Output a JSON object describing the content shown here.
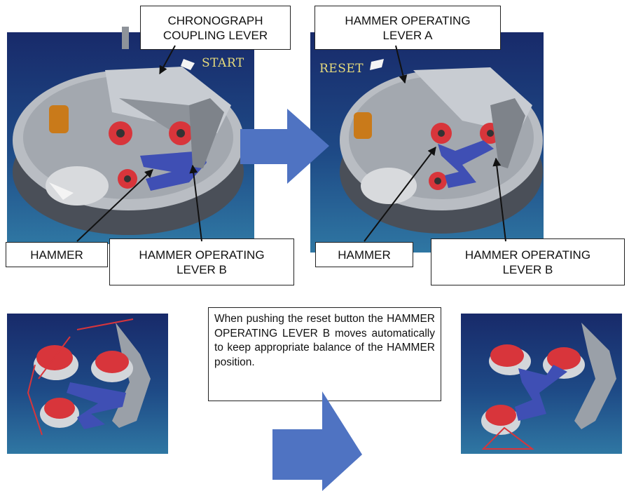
{
  "labels": {
    "chronograph_coupling_lever": "CHRONOGRAPH\nCOUPLING LEVER",
    "hammer_operating_lever_a": "HAMMER OPERATING\nLEVER A",
    "hammer_left": "HAMMER",
    "hammer_operating_lever_b_left": "HAMMER OPERATING\nLEVER B",
    "hammer_right": "HAMMER",
    "hammer_operating_lever_b_right": "HAMMER OPERATING\nLEVER B"
  },
  "screen_text": {
    "start": "START",
    "reset": "RESET"
  },
  "note": "When pushing the reset button the HAMMER OPERATING LEVER B moves automatically to keep appropriate balance of the HAMMER position.",
  "colors": {
    "panel_top": "#182a6a",
    "panel_bottom": "#2f77a3",
    "arrow": "#4f73c2",
    "hammer_red": "#d8353b",
    "lever_blue": "#3f4fb4",
    "plate_grey": "#9aa0a8"
  }
}
